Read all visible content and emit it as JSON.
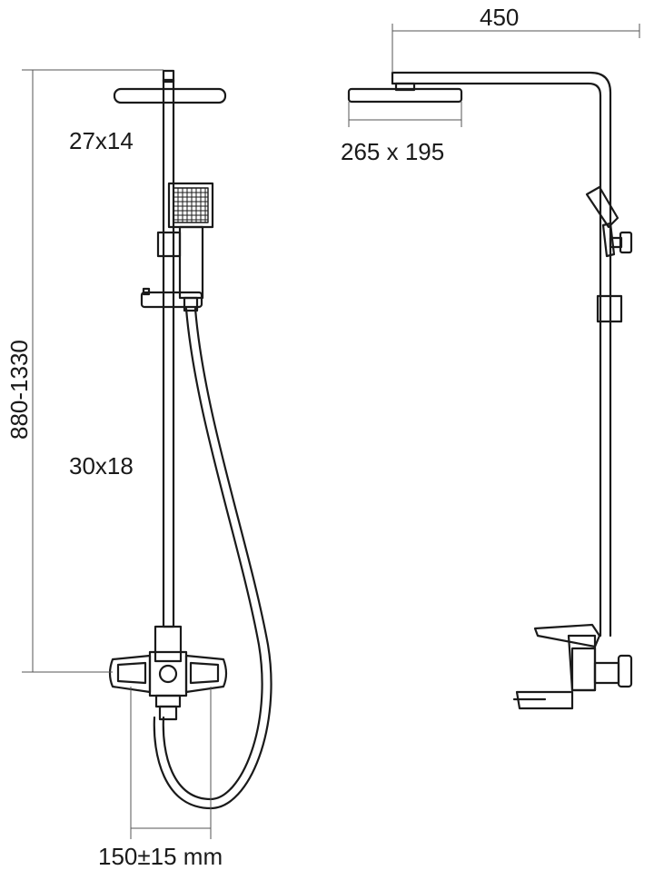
{
  "front_view": {
    "head_arm_label": "27x14",
    "riser_label": "30x18",
    "height_label": "880-1330",
    "inlet_spacing_label": "150±15 mm"
  },
  "side_view": {
    "projection_label": "450",
    "head_size_label": "265 x 195"
  },
  "colors": {
    "line": "#1a1a1a",
    "dimension": "#555555",
    "background": "#ffffff"
  }
}
